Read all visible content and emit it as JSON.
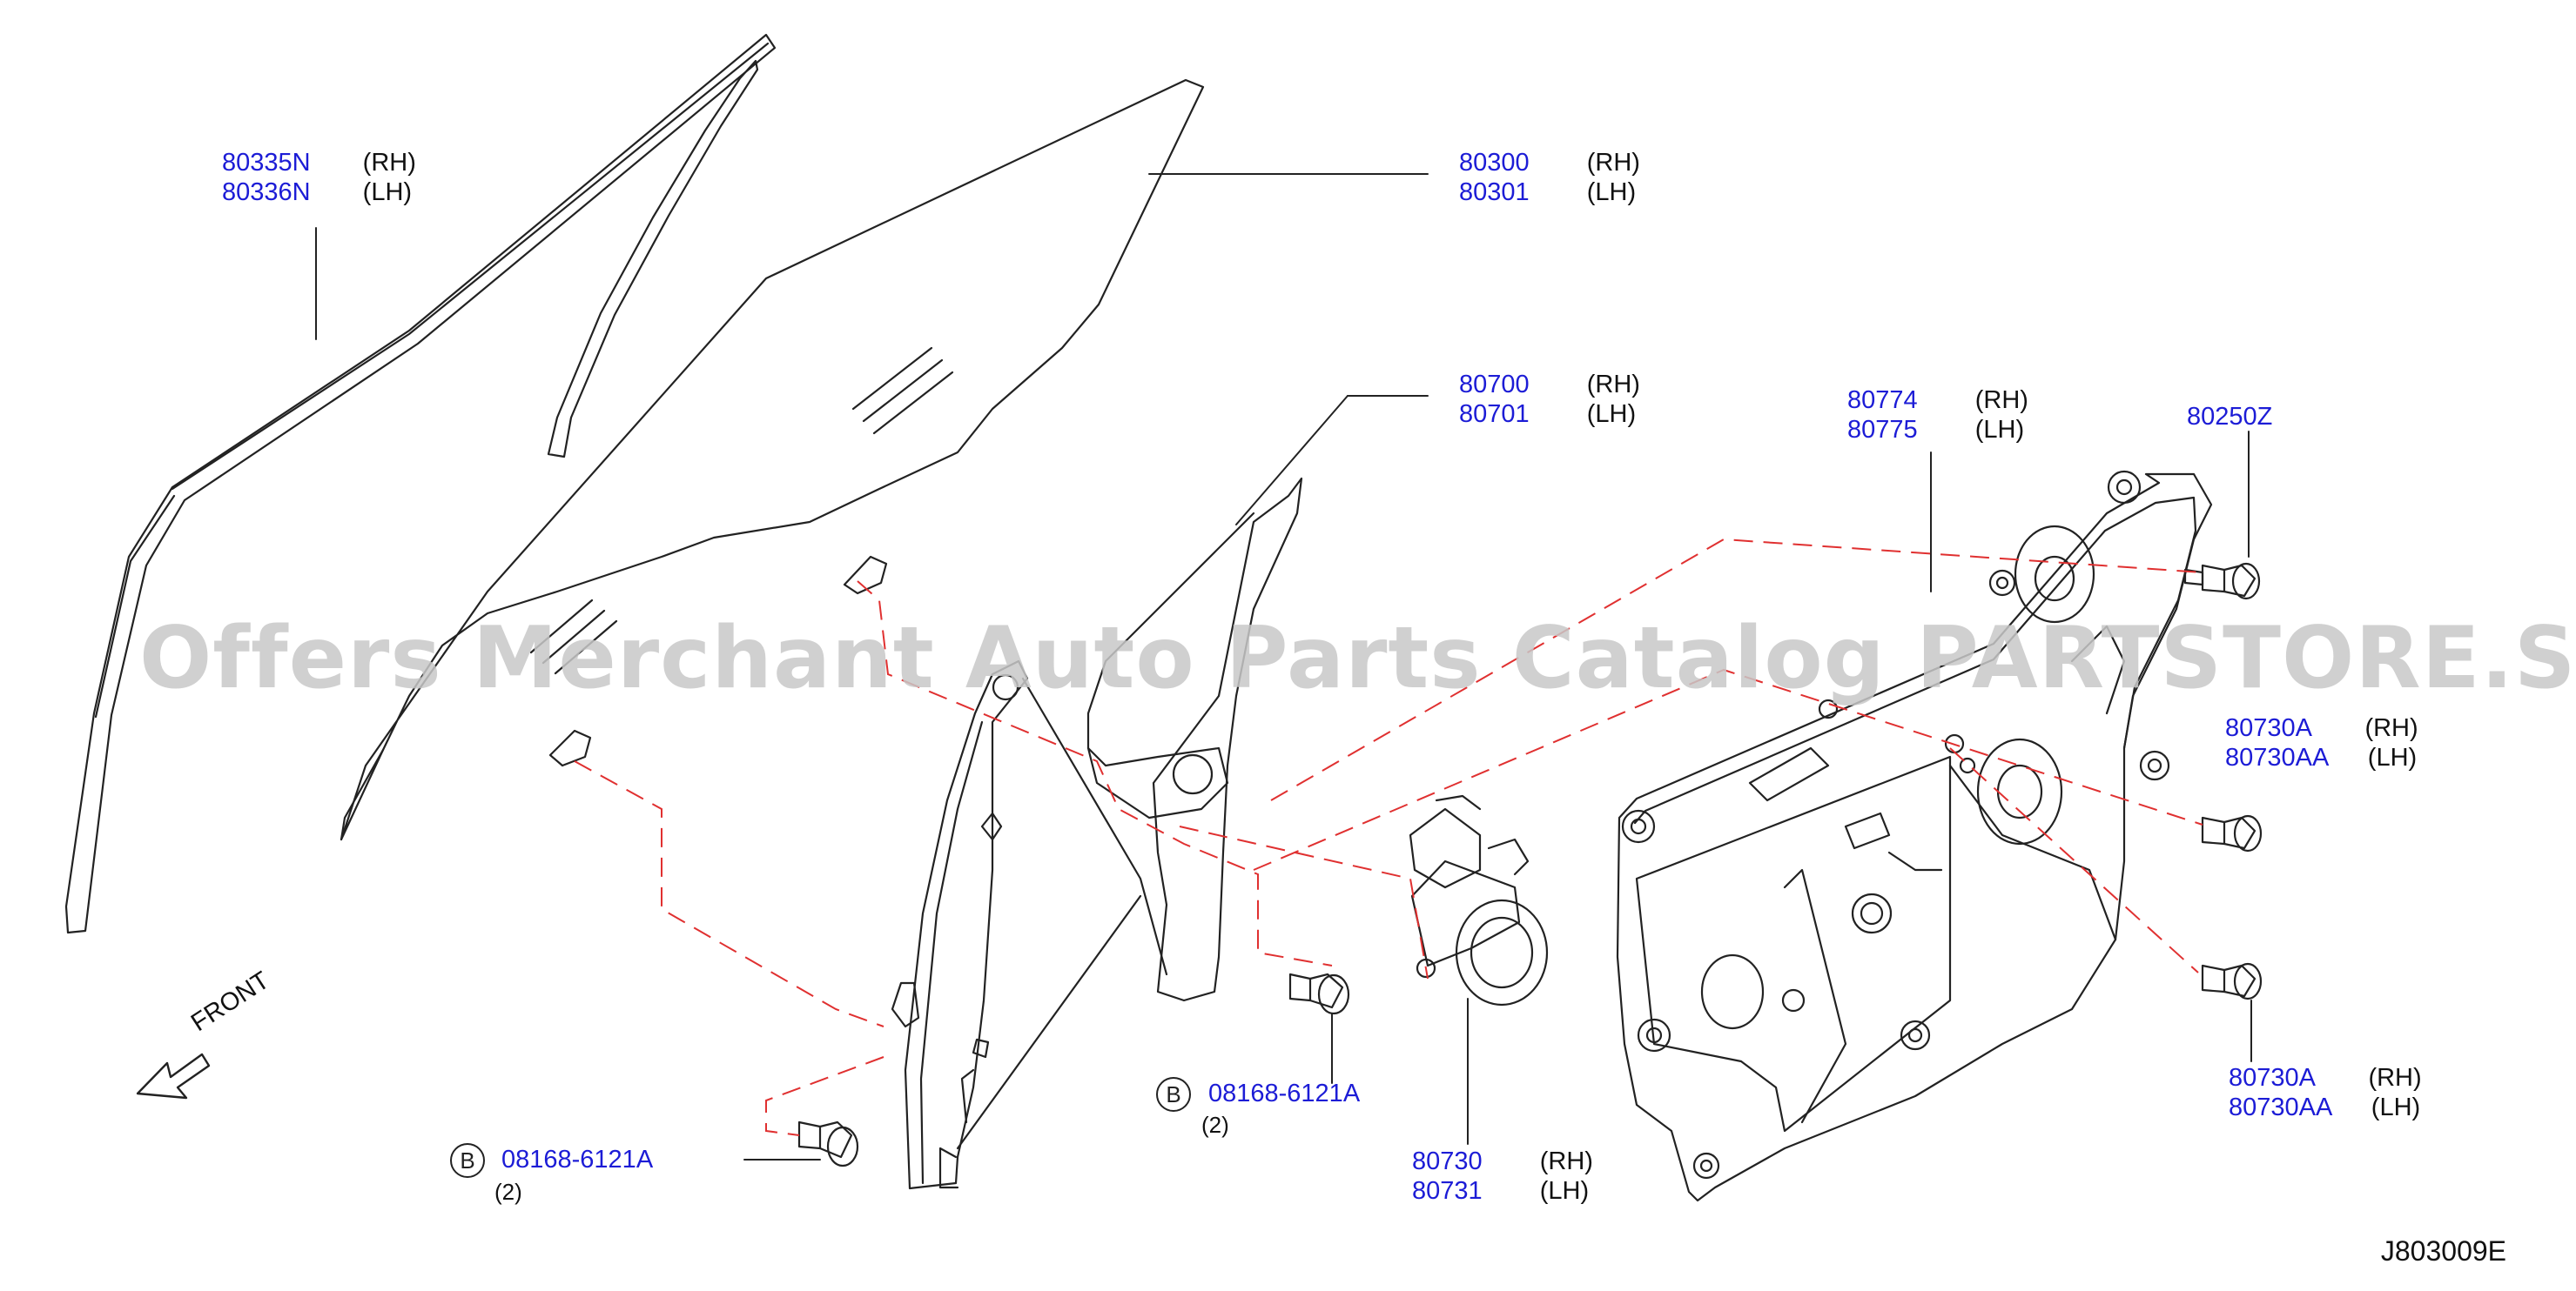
{
  "labels": {
    "sash": {
      "part_rh": "80335N",
      "side_rh": "(RH)",
      "part_lh": "80336N",
      "side_lh": "(LH)"
    },
    "glass": {
      "part_rh": "80300",
      "side_rh": "(RH)",
      "part_lh": "80301",
      "side_lh": "(LH)"
    },
    "regulator": {
      "part_rh": "80700",
      "side_rh": "(RH)",
      "part_lh": "80701",
      "side_lh": "(LH)"
    },
    "module_panel": {
      "part_rh": "80774",
      "side_rh": "(RH)",
      "part_lh": "80775",
      "side_lh": "(LH)"
    },
    "grommet": {
      "part": "80250Z"
    },
    "bolt_upper": {
      "part_rh": "80730A",
      "side_rh": "(RH)",
      "part_lh": "80730AA",
      "side_lh": "(LH)"
    },
    "bolt_lower": {
      "part_rh": "80730A",
      "side_rh": "(RH)",
      "part_lh": "80730AA",
      "side_lh": "(LH)"
    },
    "motor": {
      "part_rh": "80730",
      "side_rh": "(RH)",
      "part_lh": "80731",
      "side_lh": "(LH)"
    },
    "bolt_b_center": {
      "badge": "B",
      "part": "08168-6121A",
      "qty": "(2)"
    },
    "bolt_b_left": {
      "badge": "B",
      "part": "08168-6121A",
      "qty": "(2)"
    }
  },
  "front_label": "FRONT",
  "diagram_code": "J803009E",
  "watermark": "Offers Merchant Auto Parts Catalog PARTSTORE.SA",
  "colors": {
    "part_number": "#1c1cd6",
    "dashed_line": "#e03030",
    "line_art": "#222222",
    "watermark": "#c8c8c8"
  }
}
